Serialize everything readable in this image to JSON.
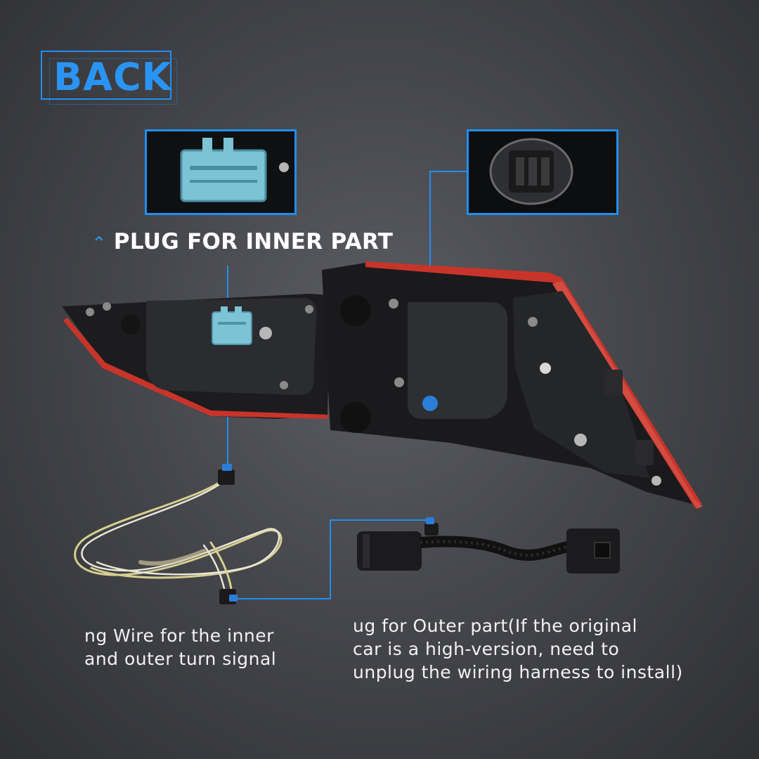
{
  "badge": {
    "label": "BACK"
  },
  "heading": {
    "label": "PLUG FOR INNER PART"
  },
  "captions": {
    "wire_lines": [
      "ng Wire for the inner",
      "and outer turn signal"
    ],
    "outer_plug_lines": [
      "ug for Outer part(If the original",
      "car is a high-version, need to",
      "unplug the wiring harness to install)"
    ]
  },
  "colors": {
    "accent": "#1f8ff0",
    "lamp_red": "#c8342a",
    "plug_blue": "#7cc3d6"
  }
}
